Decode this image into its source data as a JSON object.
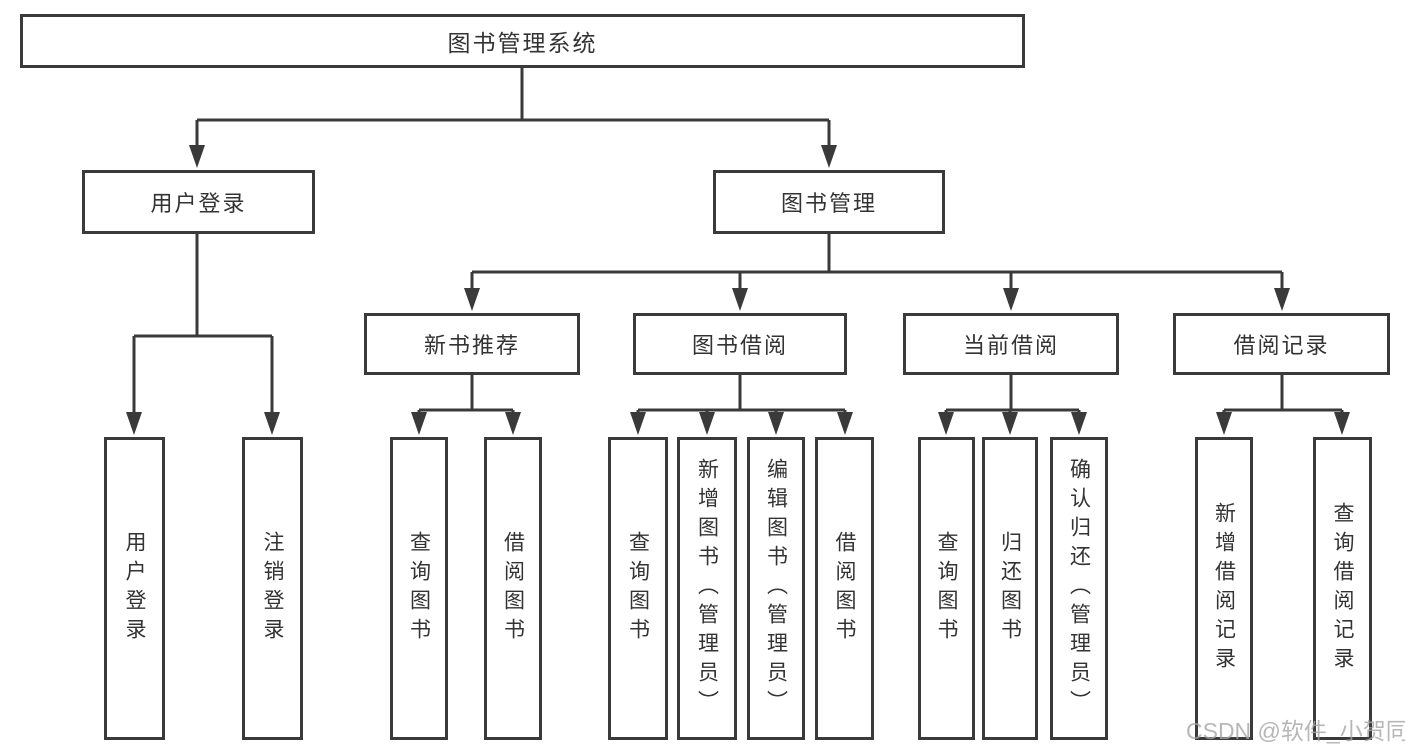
{
  "nodes": {
    "root": "图书管理系统",
    "user_login": "用户登录",
    "book_mgmt": "图书管理",
    "new_books": "新书推荐",
    "book_borrow": "图书借阅",
    "current_borrow": "当前借阅",
    "borrow_records": "借阅记录"
  },
  "leaves": {
    "user_login": [
      "用户登录",
      "注销登录"
    ],
    "new_books": [
      "查询图书",
      "借阅图书"
    ],
    "book_borrow": [
      "查询图书",
      "新增图书（管理员）",
      "编辑图书（管理员）",
      "借阅图书"
    ],
    "current_borrow": [
      "查询图书",
      "归还图书",
      "确认归还（管理员）"
    ],
    "borrow_records": [
      "新增借阅记录",
      "查询借阅记录"
    ]
  },
  "watermark": "CSDN @软件_小贺同学",
  "colors": {
    "line": "#3a3a3a",
    "text": "#333333",
    "watermark": "#a6a6a6",
    "background": "#ffffff"
  }
}
